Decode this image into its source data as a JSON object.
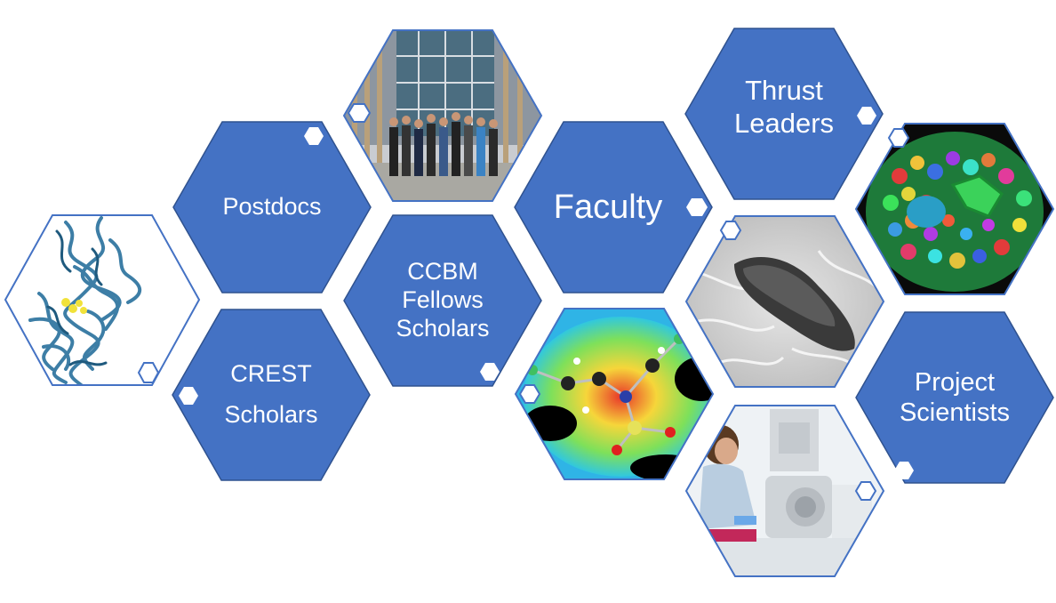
{
  "colors": {
    "hex_fill": "#4472C4",
    "hex_outline": "#2F528F",
    "photo_outline": "#4472C4",
    "badge_fill": "#ffffff"
  },
  "labels": {
    "postdocs": "Postdocs",
    "crest_line1": "CREST",
    "crest_line2": "Scholars",
    "ccbm_line1": "CCBM",
    "ccbm_line2": "Fellows",
    "ccbm_line3": "Scholars",
    "faculty": "Faculty",
    "thrust_line1": "Thrust",
    "thrust_line2": "Leaders",
    "project_line1": "Project",
    "project_line2": "Scientists"
  },
  "images": [
    {
      "name": "protein-structure-image",
      "depicts": "protein-ribbon"
    },
    {
      "name": "group-photo-image",
      "depicts": "group-photo-building"
    },
    {
      "name": "molecule-map-image",
      "depicts": "molecule-density-map"
    },
    {
      "name": "micrograph-image",
      "depicts": "bacterium-micrograph"
    },
    {
      "name": "cell-segmentation-image",
      "depicts": "segmented-cells-sphere"
    },
    {
      "name": "scientist-lab-image",
      "depicts": "scientist-at-microscope"
    }
  ]
}
